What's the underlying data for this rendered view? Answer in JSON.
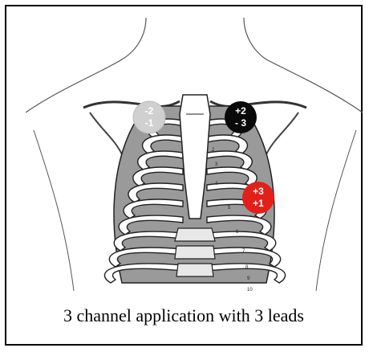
{
  "caption": "3 channel application with 3 leads",
  "electrodes": [
    {
      "id": "right-arm",
      "top": "-2",
      "bottom": "-1",
      "fill": "#d0d0d0",
      "text_color": "#ffffff"
    },
    {
      "id": "left-arm",
      "top": "+2",
      "bottom": "- 3",
      "fill": "#0a0a0a",
      "text_color": "#ffffff"
    },
    {
      "id": "left-leg",
      "top": "+3",
      "bottom": "+1",
      "fill": "#e1201c",
      "text_color": "#ffffff"
    }
  ],
  "rib_numbers": [
    "2",
    "3",
    "4",
    "5",
    "6",
    "7",
    "8",
    "9",
    "10"
  ]
}
